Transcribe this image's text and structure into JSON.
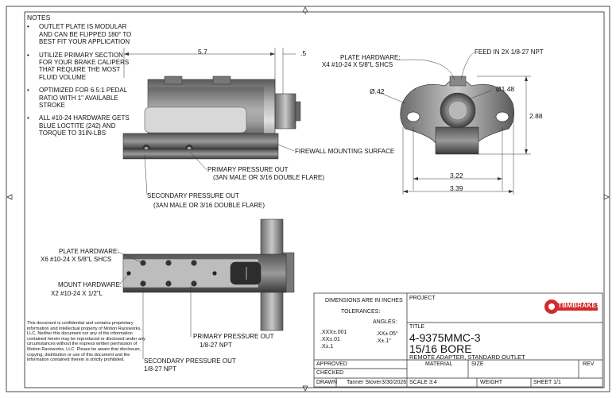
{
  "notes": {
    "heading": "NOTES",
    "items": [
      "OUTLET PLATE IS MODULAR AND CAN BE FLIPPED 180° TO BEST FIT YOUR APPLICATION",
      "UTILIZE PRIMARY SECTION FOR YOUR BRAKE CALIPERS THAT REQUIRE THE MOST FLUID VOLUME",
      "OPTIMIZED FOR 6.5:1 PEDAL RATIO WITH 1\" AVAILABLE STROKE",
      "ALL #10-24 HARDWARE GETS BLUE LOCTITE (242) AND TORQUE TO 31IN-LBS"
    ]
  },
  "dims": {
    "length": "5.7",
    "small": ".5",
    "hole_dia": "Ø.42",
    "bore_dia": "Ø1.48",
    "height": "2.88",
    "hole_spacing": "3.22",
    "width": "3.39"
  },
  "callouts": {
    "plate_hw_line1": "PLATE HARDWARE:",
    "plate_hw_line2": "X4 #10-24 X 5/8\"L SHCS",
    "feed": "FEED IN 2X 1/8-27 NPT",
    "firewall": "FIREWALL MOUNTING SURFACE",
    "primary_line1": "PRIMARY PRESSURE OUT",
    "primary_line2": "(3AN MALE OR 3/16 DOUBLE FLARE)",
    "secondary_line1": "SECONDARY PRESSURE OUT",
    "secondary_line2": "(3AN MALE OR 3/16 DOUBLE FLARE)",
    "plate_hw2_line1": "PLATE HARDWARE:",
    "plate_hw2_line2": "X6 #10-24 X 5/8\"L SHCS",
    "mount_hw_line1": "MOUNT HARDWARE:",
    "mount_hw_line2": "X2 #10-24 X 1/2\"L",
    "primary_npt_line1": "PRIMARY PRESSURE OUT",
    "primary_npt_line2": "1/8-27 NPT",
    "secondary_npt_line1": "SECONDARY PRESSURE OUT",
    "secondary_npt_line2": "1/8-27 NPT"
  },
  "confidential": "This document is confidential and contains proprietary information and intellectual property of Motion Raceworks, LLC. Neither this document nor any of the information contained herein may be reproduced or disclosed under any circumstances without the express written permission of Motion Raceworks, LLC. Please be aware that disclosure, copying, distribution or use of this document and the information contained therein is strictly prohibited.",
  "title_block": {
    "dims_in": "DIMENSIONS ARE IN INCHES",
    "tolerances": "TOLERANCES:",
    "angles": "ANGLES:",
    "tol_xxx": ".XXX±.001",
    "tol_xx": ".XX±.01",
    "tol_x": ".X±.1",
    "ang_xx": ".XX±.05°",
    "ang_x": ".X±.1°",
    "project": "PROJECT",
    "logo": "TBMBRAKES",
    "title_label": "TITLE",
    "title1": "4-9375MMC-3",
    "title2": "15/16 BORE",
    "subtitle": "REMOTE ADAPTER, STANDARD OUTLET",
    "approved": "APPROVED",
    "checked": "CHECKED",
    "drawn": "DRAWN",
    "drawn_by": "Tanner Stover",
    "date": "3/30/2026",
    "material": "MATERIAL",
    "size": "SIZE",
    "rev": "REV",
    "scale": "SCALE 3:4",
    "weight": "WEIGHT",
    "sheet": "SHEET 1/1"
  },
  "colors": {
    "metal_dark": "#3d3d3d",
    "metal_mid": "#8a8a8a",
    "metal_light": "#c9c9c9",
    "logo_red": "#d22b2b"
  }
}
